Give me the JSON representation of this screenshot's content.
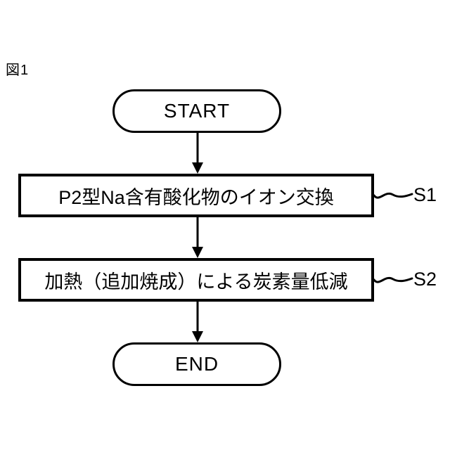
{
  "figure": {
    "label": "図1"
  },
  "flowchart": {
    "start_label": "START",
    "end_label": "END",
    "steps": [
      {
        "id": "S1",
        "label": "P2型Na含有酸化物のイオン交換"
      },
      {
        "id": "S2",
        "label": "加熱（追加焼成）による炭素量低減"
      }
    ]
  },
  "colors": {
    "line": "#000000",
    "background": "#ffffff"
  }
}
